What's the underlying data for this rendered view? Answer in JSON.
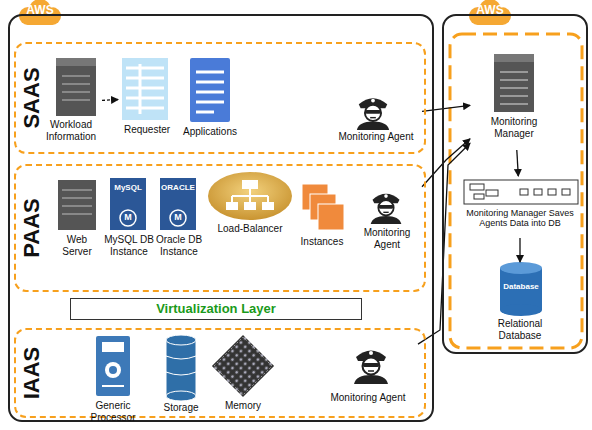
{
  "diagram": {
    "nodes": [
      {
        "text": [
          "AWS"
        ]
      },
      {
        "text": [
          "SAAS"
        ],
        "in": 0
      },
      {
        "text": [
          "Workload Information"
        ],
        "in": 1
      },
      {
        "text": [
          "Requester"
        ],
        "in": 1
      },
      {
        "text": [
          "Applications"
        ],
        "in": 1
      },
      {
        "text": [
          "Monitoring Agent"
        ],
        "in": 1
      },
      {
        "text": [
          "PAAS"
        ],
        "in": 0
      },
      {
        "text": [
          "Web Server"
        ],
        "in": 6
      },
      {
        "text": [
          "MySQL DB Instance"
        ],
        "in": 6
      },
      {
        "text": [
          "Oracle DB Instance"
        ],
        "in": 6
      },
      {
        "text": [
          "Load-Balancer"
        ],
        "in": 6
      },
      {
        "text": [
          "Instances"
        ],
        "in": 6
      },
      {
        "text": [
          "Monitoring Agent"
        ],
        "in": 6
      },
      {
        "text": [
          "Virtualization Layer"
        ],
        "in": 0
      },
      {
        "text": [
          "IAAS"
        ],
        "in": 0
      },
      {
        "text": [
          "Generic Processor"
        ],
        "in": 14
      },
      {
        "text": [
          "Storage"
        ],
        "in": 14
      },
      {
        "text": [
          "Memory"
        ],
        "in": 14
      },
      {
        "text": [
          "Monitoring Agent"
        ],
        "in": 14
      },
      {
        "text": [
          "AWS"
        ]
      },
      {
        "text": [
          "Monitoring Manager"
        ],
        "in": 19
      },
      {
        "text": [
          "Monitoring Manager Saves Agents Data into DB"
        ],
        "in": 19
      },
      {
        "text": [
          "Relational Database"
        ],
        "in": 19
      }
    ],
    "edges": [
      {
        "from": 2,
        "to": 3,
        "arrow": "to"
      },
      {
        "from": 5,
        "to": 20,
        "arrow": "to"
      },
      {
        "from": 12,
        "to": 20,
        "arrow": "to"
      },
      {
        "from": 18,
        "to": 20,
        "arrow": "to"
      },
      {
        "from": 20,
        "to": 21,
        "arrow": "to"
      },
      {
        "from": 21,
        "to": 22,
        "arrow": "to"
      }
    ],
    "labels": [
      "MySQL",
      "M",
      "ORACLE",
      "M",
      "Database"
    ]
  }
}
